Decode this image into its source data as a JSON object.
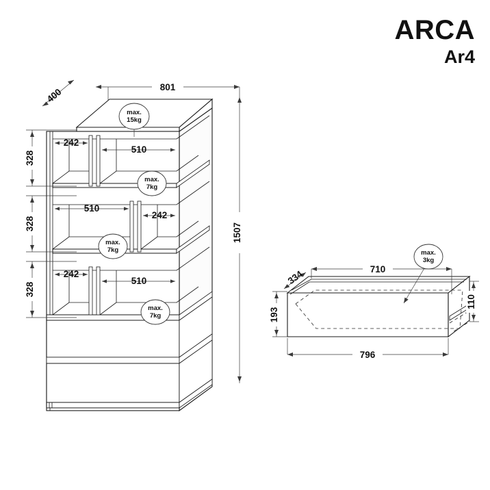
{
  "brand": {
    "name": "ARCA",
    "model": "Ar4"
  },
  "drawing": {
    "title": "ARCA Ar4 assembly dimension drawing",
    "units": "mm",
    "line_color": "#1a1a1a",
    "background": "#ffffff"
  },
  "cabinet": {
    "name": "shelf-cabinet",
    "overall": {
      "width": "801",
      "depth": "400",
      "height": "1507"
    },
    "row_heights": [
      "328",
      "328",
      "328"
    ],
    "top_load": "max.\n15kg",
    "top_load_line1": "max.",
    "top_load_line2": "15kg",
    "rows": [
      {
        "index": 1,
        "left_width": "242",
        "right_width": "510",
        "shelf_load_line1": "max.",
        "shelf_load_line2": "7kg",
        "narrow_side": "left"
      },
      {
        "index": 2,
        "left_width": "510",
        "right_width": "242",
        "shelf_load_line1": "max.",
        "shelf_load_line2": "7kg",
        "narrow_side": "right"
      },
      {
        "index": 3,
        "left_width": "242",
        "right_width": "510",
        "shelf_load_line1": "max.",
        "shelf_load_line2": "7kg",
        "narrow_side": "left"
      }
    ],
    "drawer_count": 2
  },
  "drawer_detail": {
    "name": "drawer-box",
    "front_width": "796",
    "inner_width": "710",
    "inner_depth": "334",
    "front_height": "193",
    "box_height": "110",
    "load_line1": "max.",
    "load_line2": "3kg"
  }
}
